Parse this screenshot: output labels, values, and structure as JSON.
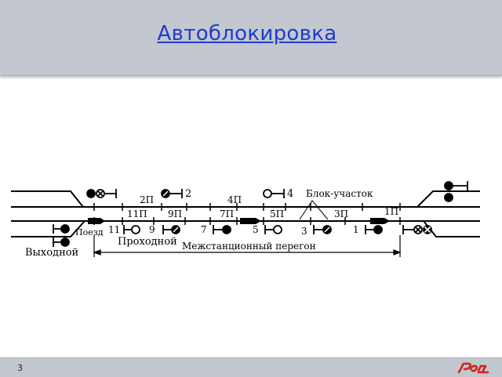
{
  "header": {
    "title": "Автоблокировка"
  },
  "diagram": {
    "labels": {
      "s2": "2",
      "s4": "4",
      "block_section": "Блок-участок",
      "s2p": "2П",
      "s4p": "4П",
      "t1p_ru": "1П",
      "t11p": "11П",
      "t9p": "9П",
      "t7p": "7П",
      "t5p": "5П",
      "t3p": "3П",
      "train": "Поезд",
      "s11": "11",
      "s9": "9",
      "s7": "7",
      "s5": "5",
      "s3": "3",
      "s1": "1",
      "intermediate": "Проходной",
      "exit": "Выходной",
      "interstation": "Межстанционный перегон"
    }
  },
  "footer": {
    "page_number": "3"
  },
  "colors": {
    "title": "#1f3bd1",
    "bars": "#c3c7cf",
    "logo": "#d2231e"
  }
}
